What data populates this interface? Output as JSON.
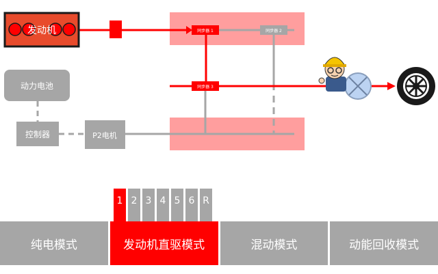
{
  "diagram": {
    "engine": "发动机",
    "battery": "动力电池",
    "controller": "控制器",
    "motor": "P2电机",
    "sync1": "同步器 1",
    "sync2": "同步器 2",
    "sync3": "同步器 3"
  },
  "colors": {
    "active": "#ff0000",
    "inactive": "#a6a6a6",
    "zone": "#ff9e9e",
    "engine_border": "#1a1a1a",
    "engine_fill": "#e84b2c"
  },
  "gears": {
    "items": [
      "1",
      "2",
      "3",
      "4",
      "5",
      "6",
      "R"
    ],
    "active": "1"
  },
  "modes": {
    "items": [
      "纯电模式",
      "发动机直驱模式",
      "混动模式",
      "动能回收模式"
    ],
    "active": "发动机直驱模式"
  }
}
